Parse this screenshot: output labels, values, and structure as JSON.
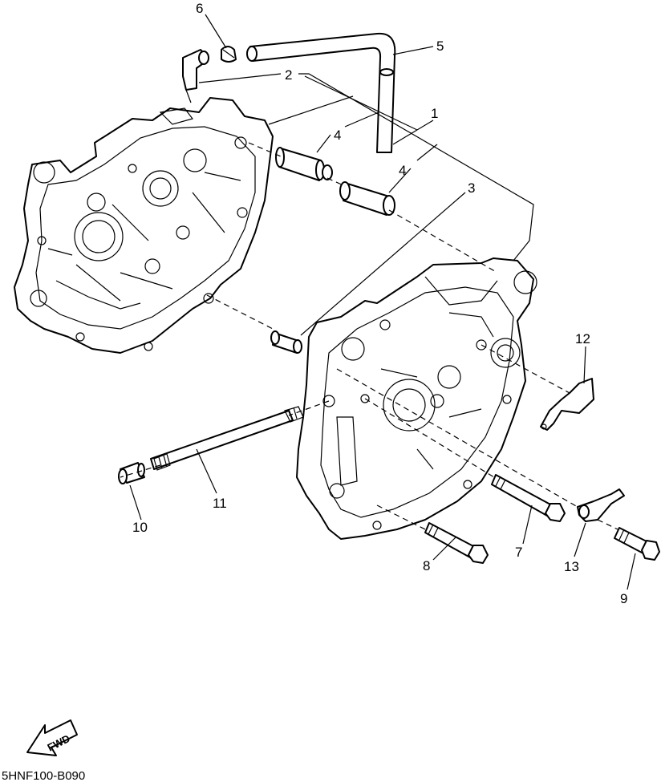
{
  "diagram_code": "5HNF100-B090",
  "fwd_label": "FWD",
  "callouts": [
    {
      "id": "1",
      "label": "1"
    },
    {
      "id": "2",
      "label": "2"
    },
    {
      "id": "3",
      "label": "3"
    },
    {
      "id": "4a",
      "label": "4"
    },
    {
      "id": "4b",
      "label": "4"
    },
    {
      "id": "5",
      "label": "5"
    },
    {
      "id": "6",
      "label": "6"
    },
    {
      "id": "7",
      "label": "7"
    },
    {
      "id": "8",
      "label": "8"
    },
    {
      "id": "9",
      "label": "9"
    },
    {
      "id": "10",
      "label": "10"
    },
    {
      "id": "11",
      "label": "11"
    },
    {
      "id": "12",
      "label": "12"
    },
    {
      "id": "13",
      "label": "13"
    }
  ]
}
